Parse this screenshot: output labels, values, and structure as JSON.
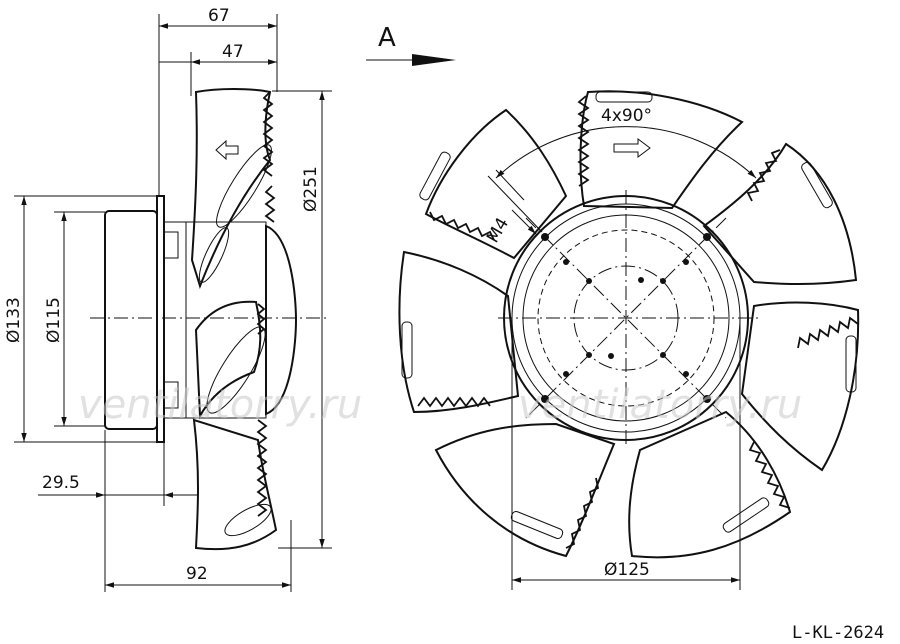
{
  "dimensions": {
    "d67": "67",
    "d47": "47",
    "d251": "Ø251",
    "d133": "Ø133",
    "d115": "Ø115",
    "d29_5": "29.5",
    "d92": "92",
    "d125": "Ø125",
    "angle": "4x90°",
    "thread": "M4"
  },
  "view_label": "A",
  "watermark": "ventilatorry.ru",
  "drawing_code": "L-KL-2624"
}
